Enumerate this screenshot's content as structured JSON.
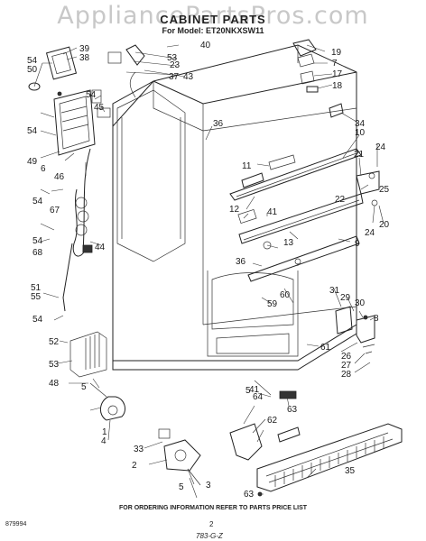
{
  "watermark": "AppliancePartsPros.com",
  "title": "CABINET PARTS",
  "model_line": "For Model: ET20NKXSW11",
  "footer": {
    "left_code": "879994",
    "center_text": "FOR ORDERING INFORMATION REFER TO PARTS PRICE LIST",
    "page_number": "2",
    "handwritten": "783-G-Z"
  },
  "callouts": [
    "1",
    "2",
    "3",
    "4",
    "5",
    "5",
    "5",
    "6",
    "7",
    "8",
    "9",
    "10",
    "11",
    "12",
    "13",
    "17",
    "18",
    "19",
    "20",
    "21",
    "22",
    "23",
    "24",
    "24",
    "25",
    "26",
    "27",
    "28",
    "29",
    "30",
    "31",
    "33",
    "34",
    "35",
    "36",
    "36",
    "37",
    "38",
    "39",
    "40",
    "41",
    "41",
    "43",
    "44",
    "45",
    "46",
    "48",
    "49",
    "50",
    "51",
    "52",
    "53",
    "53",
    "54",
    "54",
    "54",
    "54",
    "54",
    "54",
    "55",
    "59",
    "60",
    "61",
    "62",
    "63",
    "63",
    "64",
    "67",
    "68"
  ]
}
